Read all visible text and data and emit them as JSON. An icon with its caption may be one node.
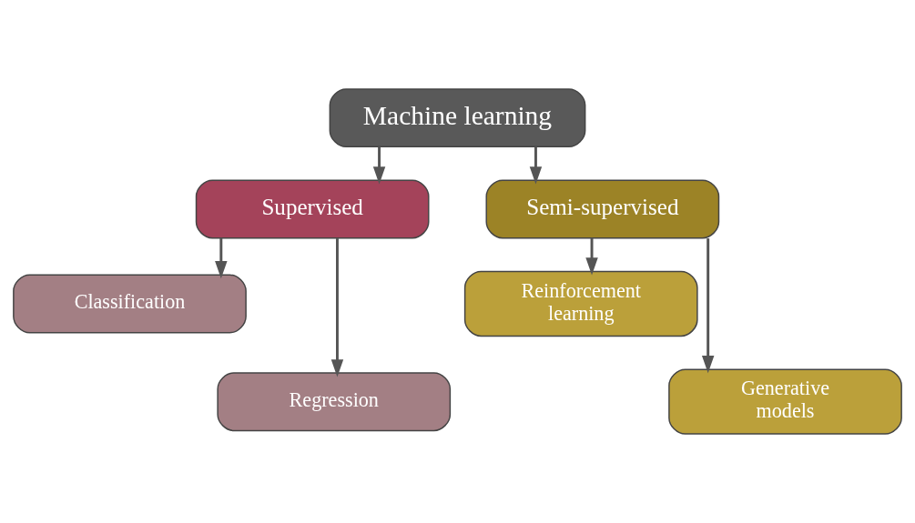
{
  "diagram": {
    "nodes": [
      {
        "text": [
          "Machine learning"
        ]
      },
      {
        "text": [
          "Supervised"
        ]
      },
      {
        "text": [
          "Semi-supervised"
        ]
      },
      {
        "text": [
          "Classification"
        ]
      },
      {
        "text": [
          "Regression"
        ]
      },
      {
        "text": [
          "Reinforcement learning"
        ]
      },
      {
        "text": [
          "Generative models"
        ]
      }
    ],
    "edges": [
      {
        "from": 0,
        "to": 1,
        "arrow": "to"
      },
      {
        "from": 0,
        "to": 2,
        "arrow": "to"
      },
      {
        "from": 1,
        "to": 3,
        "arrow": "to"
      },
      {
        "from": 1,
        "to": 4,
        "arrow": "to"
      },
      {
        "from": 2,
        "to": 5,
        "arrow": "to"
      },
      {
        "from": 2,
        "to": 6,
        "arrow": "to"
      }
    ]
  }
}
